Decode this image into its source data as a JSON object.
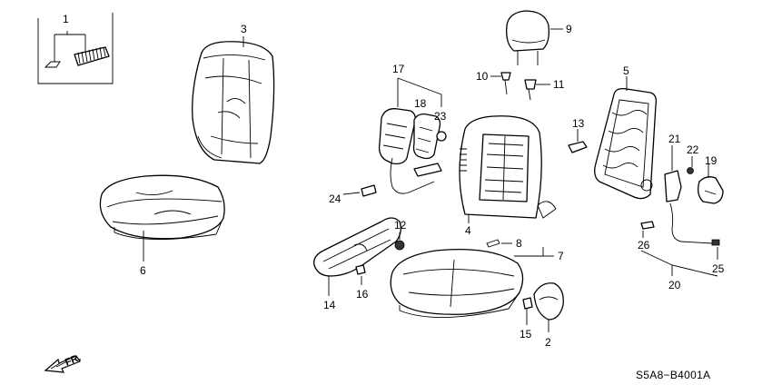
{
  "diagram": {
    "code": "S5A8−B4001A",
    "direction_label": "FR.",
    "callouts": [
      {
        "key": "c1",
        "text": "1"
      },
      {
        "key": "c2",
        "text": "2"
      },
      {
        "key": "c3",
        "text": "3"
      },
      {
        "key": "c5",
        "text": "5"
      },
      {
        "key": "c6",
        "text": "6"
      },
      {
        "key": "c7",
        "text": "7"
      },
      {
        "key": "c8",
        "text": "8"
      },
      {
        "key": "c9",
        "text": "9"
      },
      {
        "key": "c10",
        "text": "10"
      },
      {
        "key": "c11",
        "text": "11"
      },
      {
        "key": "c12",
        "text": "12"
      },
      {
        "key": "c13",
        "text": "13"
      },
      {
        "key": "c14",
        "text": "14"
      },
      {
        "key": "c15",
        "text": "15"
      },
      {
        "key": "c16",
        "text": "16"
      },
      {
        "key": "c17",
        "text": "17"
      },
      {
        "key": "c18",
        "text": "18"
      },
      {
        "key": "c19",
        "text": "19"
      },
      {
        "key": "c20",
        "text": "20"
      },
      {
        "key": "c21",
        "text": "21"
      },
      {
        "key": "c22",
        "text": "22"
      },
      {
        "key": "c23",
        "text": "23"
      },
      {
        "key": "c24",
        "text": "24"
      },
      {
        "key": "c25",
        "text": "25"
      },
      {
        "key": "c26",
        "text": "26"
      },
      {
        "key": "c4",
        "text": "4"
      }
    ]
  }
}
